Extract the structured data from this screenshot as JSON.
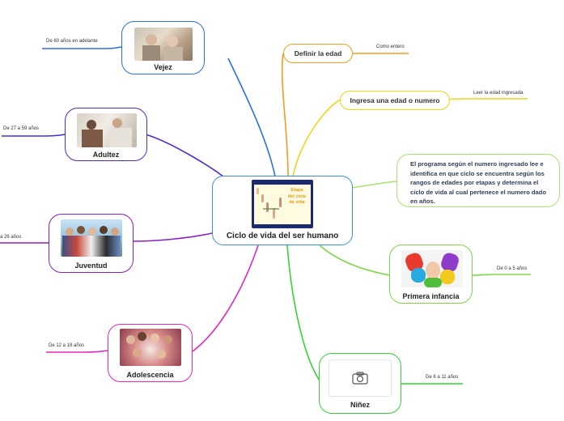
{
  "central": {
    "title": "Ciclo de vida del ser humano",
    "image": {
      "heading": "Etapa del ciclo de vida",
      "inner_label": "ser humano"
    }
  },
  "topics": [
    {
      "id": "vejez",
      "label": "Vejez",
      "sublabel": "De 60 años en adelante",
      "color": "#2b6ee6",
      "image": "elderly-couple-photo"
    },
    {
      "id": "adultez",
      "label": "Adultez",
      "sublabel": "De 27 a 59 años",
      "color": "#4a2ad4",
      "image": "adult-couple-photo"
    },
    {
      "id": "juventud",
      "label": "Juventud",
      "sublabel": "a  26 años",
      "color": "#8a1ec6",
      "image": "youth-group-photo"
    },
    {
      "id": "adolescencia",
      "label": "Adolescencia",
      "sublabel": "De 12 a 18 años",
      "color": "#e626c0",
      "image": "teen-group-photo"
    },
    {
      "id": "definir",
      "label": "Definir la edad",
      "sublabel": "Como entero",
      "color": "#f39c1f"
    },
    {
      "id": "ingresa",
      "label": "Ingresa una edad o numero",
      "sublabel": "Leer la edad ingresada",
      "color": "#f3d31a"
    },
    {
      "id": "programa",
      "text": "El programa según el numero ingresado lee e identifica en que ciclo se encuentra según los rangos de edades  por etapas  y determina el ciclo  de vida al cual pertenece el numero dado en años.",
      "color": "#a6e36a"
    },
    {
      "id": "primera",
      "label": "Primera infancia",
      "sublabel": "De 0 a 5 años",
      "color": "#7fd64a",
      "image": "painted-hands-photo"
    },
    {
      "id": "ninez",
      "label": "Niñez",
      "sublabel": "De 6 a 11 años",
      "color": "#35d335",
      "image": "camera-placeholder-icon"
    }
  ]
}
